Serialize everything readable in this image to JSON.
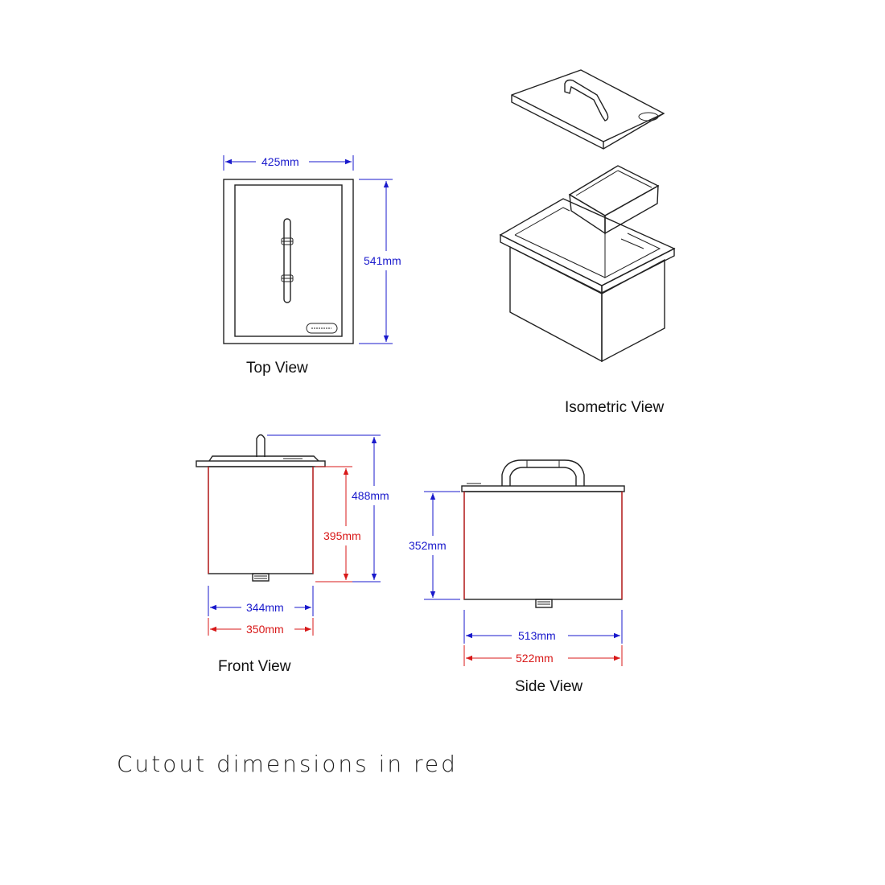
{
  "colors": {
    "blue_dimension": "#1a1acc",
    "red_dimension": "#d81818",
    "outline": "#222222"
  },
  "views": {
    "top": {
      "label": "Top View",
      "width": "425",
      "depth": "541",
      "unit": "mm"
    },
    "isometric": {
      "label": "Isometric View"
    },
    "front": {
      "label": "Front View",
      "height_overall": "488",
      "cutout_height": "395",
      "inner_width": "344",
      "cutout_width": "350",
      "unit": "mm"
    },
    "side": {
      "label": "Side View",
      "height": "352",
      "inner_width": "513",
      "cutout_width": "522",
      "unit": "mm"
    }
  },
  "caption": "Cutout dimensions in red"
}
